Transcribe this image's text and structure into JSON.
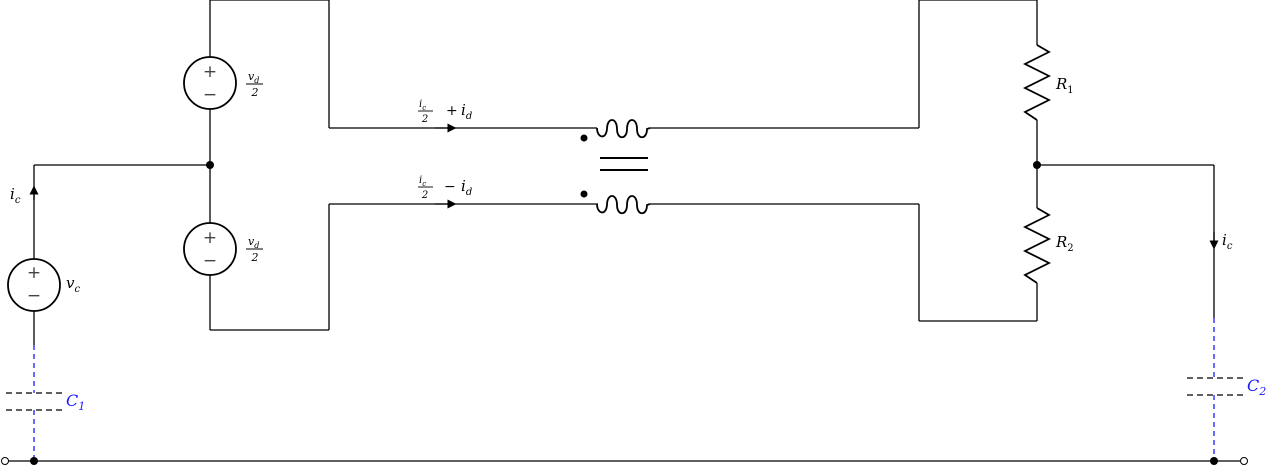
{
  "sources": {
    "vd_top": {
      "plus": "+",
      "minus": "−",
      "num_main": "v",
      "num_sub": "d",
      "den": "2"
    },
    "vd_bottom": {
      "plus": "+",
      "minus": "−",
      "num_main": "v",
      "num_sub": "d",
      "den": "2"
    },
    "vc": {
      "plus": "+",
      "minus": "−",
      "main": "v",
      "sub": "c"
    }
  },
  "currents": {
    "top": {
      "num_main": "i",
      "num_sub": "c",
      "den": "2",
      "op": "+",
      "var_main": "i",
      "var_sub": "d"
    },
    "bottom": {
      "num_main": "i",
      "num_sub": "c",
      "den": "2",
      "op": "−",
      "var_main": "i",
      "var_sub": "d"
    },
    "left_ic": {
      "main": "i",
      "sub": "c"
    },
    "right_ic": {
      "main": "i",
      "sub": "c"
    }
  },
  "resistors": {
    "r1": {
      "main": "R",
      "sub": "1"
    },
    "r2": {
      "main": "R",
      "sub": "2"
    }
  },
  "capacitors": {
    "c1": {
      "main": "C",
      "sub": "1",
      "color": "#1a1aff"
    },
    "c2": {
      "main": "C",
      "sub": "2",
      "color": "#1a1aff"
    }
  }
}
